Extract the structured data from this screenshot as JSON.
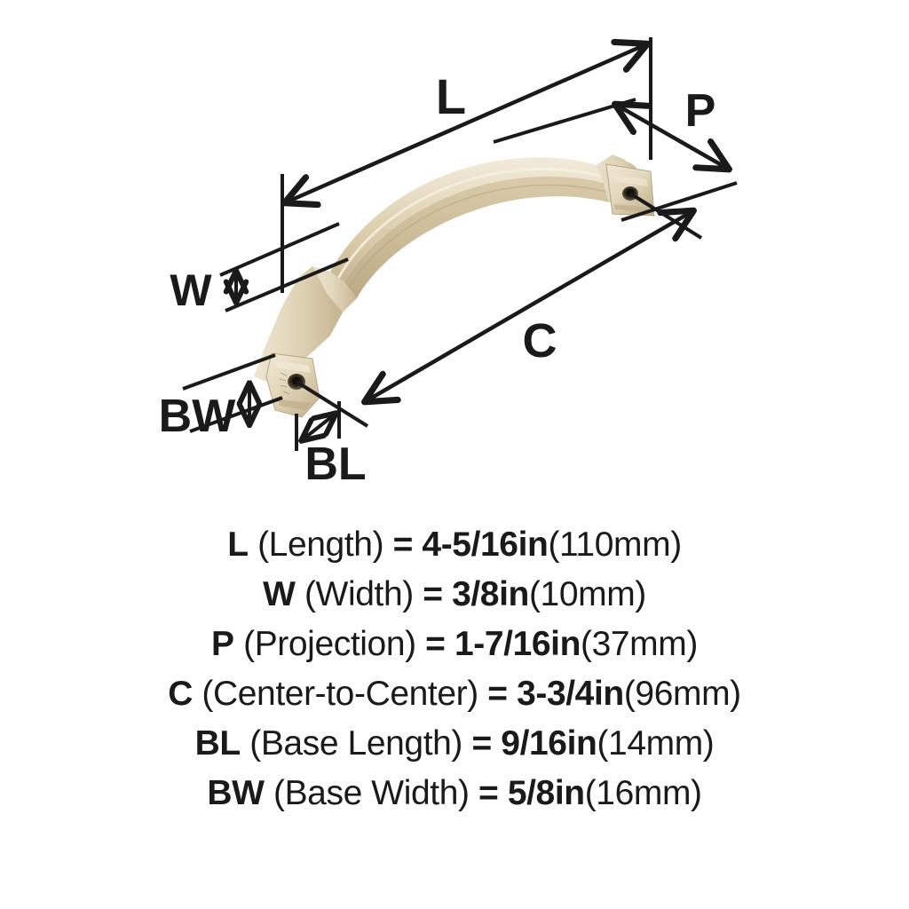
{
  "diagram": {
    "product": "arched cabinet pull handle",
    "finish_color": "#e3d7bb",
    "line_color": "#1a1a1a",
    "background_color": "#ffffff",
    "callouts": [
      {
        "key": "L",
        "label": "L",
        "meaning": "Length"
      },
      {
        "key": "W",
        "label": "W",
        "meaning": "Width"
      },
      {
        "key": "P",
        "label": "P",
        "meaning": "Projection"
      },
      {
        "key": "C",
        "label": "C",
        "meaning": "Center-to-Center"
      },
      {
        "key": "BL",
        "label": "BL",
        "meaning": "Base Length"
      },
      {
        "key": "BW",
        "label": "BW",
        "meaning": "Base Width"
      }
    ]
  },
  "legend": {
    "lines": [
      {
        "code": "L",
        "name": " (Length) ",
        "eq": "= ",
        "value": "4-5/16in",
        "metric": "(110mm)"
      },
      {
        "code": "W",
        "name": " (Width) ",
        "eq": "= ",
        "value": "3/8in",
        "metric": "(10mm)"
      },
      {
        "code": "P",
        "name": " (Projection) ",
        "eq": "= ",
        "value": "1-7/16in",
        "metric": "(37mm)"
      },
      {
        "code": "C",
        "name": " (Center-to-Center) ",
        "eq": "= ",
        "value": "3-3/4in",
        "metric": "(96mm)"
      },
      {
        "code": "BL",
        "name": " (Base Length) ",
        "eq": "= ",
        "value": "9/16in",
        "metric": "(14mm)"
      },
      {
        "code": "BW",
        "name": " (Base Width) ",
        "eq": "= ",
        "value": "5/8in",
        "metric": "(16mm)"
      }
    ]
  }
}
